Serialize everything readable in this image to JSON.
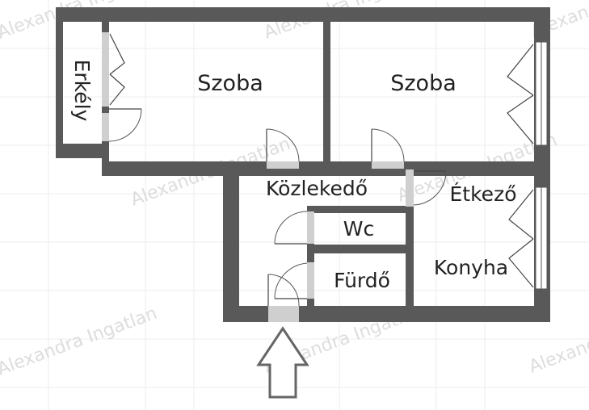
{
  "rooms": {
    "szoba_left": "Szoba",
    "szoba_right": "Szoba",
    "erkely": "Erkély",
    "kozlekedo": "Közlekedő",
    "etkezo": "Étkező",
    "wc": "Wc",
    "furdo": "Fürdő",
    "konyha": "Konyha"
  },
  "watermark": "Alexandra Ingatlan",
  "colors": {
    "wall": "#595959",
    "label": "#222222",
    "watermark": "#cfcfcf"
  }
}
